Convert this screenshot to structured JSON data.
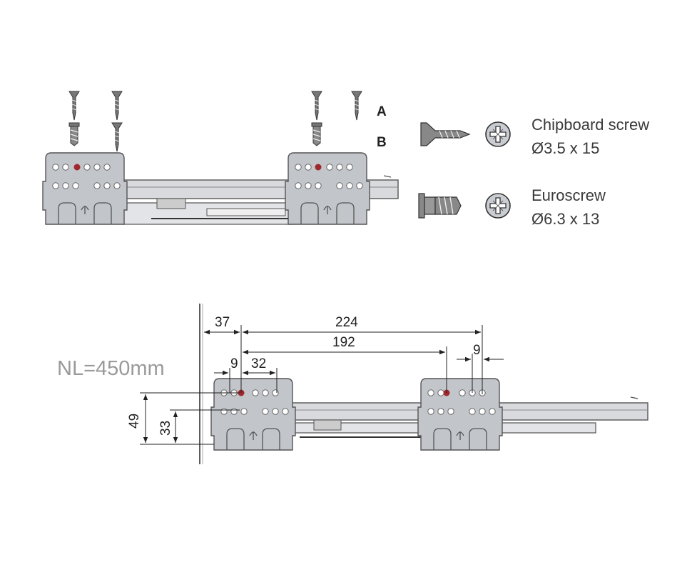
{
  "screw_letters": {
    "a": "A",
    "b": "B"
  },
  "screws": [
    {
      "line1": "Chipboard screw",
      "line2": "Ø3.5 x 15"
    },
    {
      "line1": "Euroscrew",
      "line2": "Ø6.3 x 13"
    }
  ],
  "nominal_length": "NL=450mm",
  "dimensions": {
    "d37": "37",
    "d224": "224",
    "d192": "192",
    "d9_left": "9",
    "d32": "32",
    "d9_right": "9",
    "d49": "49",
    "d33": "33"
  },
  "colors": {
    "bracket": "#c2c5ca",
    "bracket_stroke": "#555",
    "rail": "#d8dade",
    "marker": "#a0282c",
    "dim_line": "#222"
  }
}
